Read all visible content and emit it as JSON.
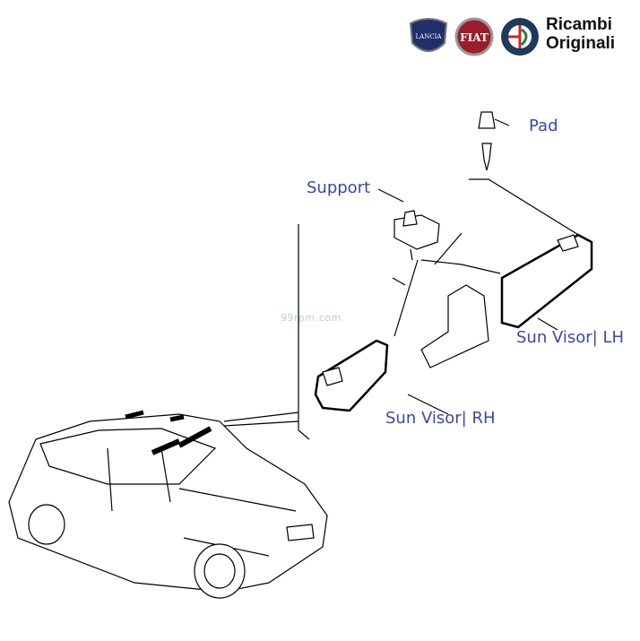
{
  "brand": {
    "line1": "Ricambi",
    "line2": "Originali",
    "logos": [
      "LANCIA",
      "FIAT",
      "ALFA ROMEO"
    ]
  },
  "watermark": "99rpm.com",
  "labels": {
    "pad": "Pad",
    "support": "Support",
    "sun_visor_lh": "Sun Visor| LH",
    "sun_visor_rh": "Sun Visor| RH"
  },
  "colors": {
    "label": "#3a48a8",
    "lancia": "#1f2f6b",
    "fiat": "#9b1c2a",
    "alfa": "#1d3a5c"
  }
}
